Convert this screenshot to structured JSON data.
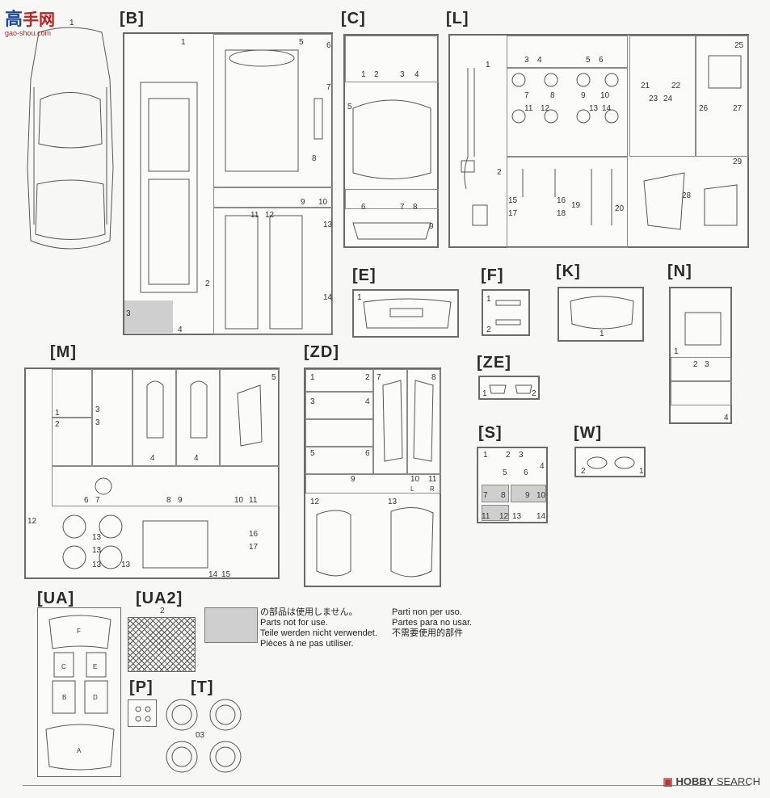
{
  "watermark": {
    "glyph_main": "高",
    "glyph_sub": "手网",
    "url": "gao-shou.com"
  },
  "footer_logo": {
    "brand": "HOBBY",
    "suffix": "SEARCH",
    "mark": "▣"
  },
  "car_body": {
    "part": "1"
  },
  "sprues": {
    "B": {
      "label": "[B]",
      "parts": [
        "1",
        "2",
        "3",
        "4",
        "5",
        "6",
        "7",
        "8",
        "9",
        "10",
        "11",
        "12",
        "13",
        "14"
      ]
    },
    "C": {
      "label": "[C]",
      "parts": [
        "1",
        "2",
        "3",
        "4",
        "5",
        "6",
        "7",
        "8",
        "9"
      ]
    },
    "L": {
      "label": "[L]",
      "parts": [
        "1",
        "2",
        "3",
        "4",
        "5",
        "6",
        "7",
        "8",
        "9",
        "10",
        "11",
        "12",
        "13",
        "14",
        "15",
        "16",
        "17",
        "18",
        "19",
        "20",
        "21",
        "22",
        "23",
        "24",
        "25",
        "26",
        "27",
        "28",
        "29"
      ]
    },
    "E": {
      "label": "[E]",
      "parts": [
        "1"
      ]
    },
    "F": {
      "label": "[F]",
      "parts": [
        "1",
        "2"
      ]
    },
    "K": {
      "label": "[K]",
      "parts": [
        "1"
      ]
    },
    "N": {
      "label": "[N]",
      "parts": [
        "1",
        "2",
        "3",
        "4"
      ]
    },
    "M": {
      "label": "[M]",
      "parts": [
        "1",
        "2",
        "3",
        "3",
        "4",
        "4",
        "5",
        "6",
        "7",
        "8",
        "9",
        "10",
        "11",
        "12",
        "13",
        "13",
        "13",
        "13",
        "14",
        "15",
        "16",
        "17"
      ]
    },
    "ZD": {
      "label": "[ZD]",
      "parts": [
        "1",
        "2",
        "3",
        "4",
        "5",
        "6",
        "7",
        "8",
        "9",
        "10",
        "11",
        "12",
        "13"
      ],
      "side_l": "L",
      "side_r": "R"
    },
    "ZE": {
      "label": "[ZE]",
      "parts": [
        "1",
        "2"
      ]
    },
    "S": {
      "label": "[S]",
      "parts": [
        "1",
        "2",
        "3",
        "4",
        "5",
        "6",
        "7",
        "8",
        "9",
        "10",
        "11",
        "12",
        "13",
        "14"
      ]
    },
    "W": {
      "label": "[W]",
      "parts": [
        "2",
        "1"
      ]
    },
    "UA": {
      "label": "[UA]",
      "letters": [
        "F",
        "C",
        "E",
        "B",
        "D",
        "A"
      ]
    },
    "UA2": {
      "label": "[UA2]",
      "parts": [
        "2"
      ]
    },
    "P": {
      "label": "[P]"
    },
    "T": {
      "label": "[T]",
      "parts": [
        "03"
      ]
    }
  },
  "notice": {
    "ja": "の部品は使用しません。",
    "en": "Parts not for use.",
    "de": "Teile werden nicht verwendet.",
    "fr": "Pièces à ne pas utiliser.",
    "it": "Parti non per uso.",
    "es": "Partes para no usar.",
    "zh": "不需要使用的部件"
  }
}
